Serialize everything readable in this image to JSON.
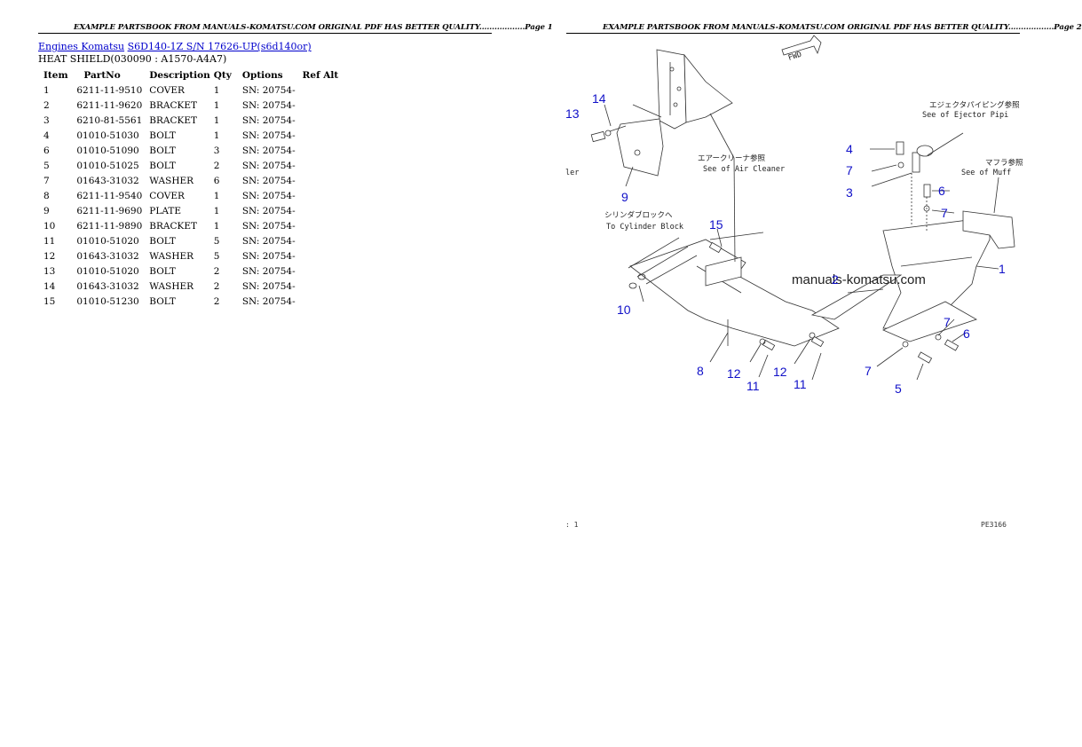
{
  "page1": {
    "header": "EXAMPLE PARTSBOOK FROM MANUALS-KOMATSU.COM ORIGINAL PDF HAS BETTER QUALITY..................Page 1",
    "breadcrumb": {
      "link1": "Engines Komatsu",
      "link2": "S6D140-1Z S/N 17626-UP(s6d140or)"
    },
    "section_title": "HEAT SHIELD(030090 : A1570-A4A7)",
    "table": {
      "headers": [
        "Item",
        "PartNo",
        "Description",
        "Qty",
        "Options",
        "Ref Alt"
      ],
      "rows": [
        [
          "1",
          "6211-11-9510",
          "COVER",
          "1",
          "SN: 20754-",
          ""
        ],
        [
          "2",
          "6211-11-9620",
          "BRACKET",
          "1",
          "SN: 20754-",
          ""
        ],
        [
          "3",
          "6210-81-5561",
          "BRACKET",
          "1",
          "SN: 20754-",
          ""
        ],
        [
          "4",
          "01010-51030",
          "BOLT",
          "1",
          "SN: 20754-",
          ""
        ],
        [
          "6",
          "01010-51090",
          "BOLT",
          "3",
          "SN: 20754-",
          ""
        ],
        [
          "5",
          "01010-51025",
          "BOLT",
          "2",
          "SN: 20754-",
          ""
        ],
        [
          "7",
          "01643-31032",
          "WASHER",
          "6",
          "SN: 20754-",
          ""
        ],
        [
          "8",
          "6211-11-9540",
          "COVER",
          "1",
          "SN: 20754-",
          ""
        ],
        [
          "9",
          "6211-11-9690",
          "PLATE",
          "1",
          "SN: 20754-",
          ""
        ],
        [
          "10",
          "6211-11-9890",
          "BRACKET",
          "1",
          "SN: 20754-",
          ""
        ],
        [
          "11",
          "01010-51020",
          "BOLT",
          "5",
          "SN: 20754-",
          ""
        ],
        [
          "12",
          "01643-31032",
          "WASHER",
          "5",
          "SN: 20754-",
          ""
        ],
        [
          "13",
          "01010-51020",
          "BOLT",
          "2",
          "SN: 20754-",
          ""
        ],
        [
          "14",
          "01643-31032",
          "WASHER",
          "2",
          "SN: 20754-",
          ""
        ],
        [
          "15",
          "01010-51230",
          "BOLT",
          "2",
          "SN: 20754-",
          ""
        ]
      ]
    }
  },
  "page2": {
    "header": "EXAMPLE PARTSBOOK FROM MANUALS-KOMATSU.COM ORIGINAL PDF HAS BETTER QUALITY..................Page 2",
    "diagram": {
      "watermark": "manuals-komatsu.com",
      "fwd_label": "FWD",
      "notes": {
        "air_cleaner_jp": "エアークリーナ参照",
        "air_cleaner_en": "See of Air Cleaner",
        "ejector_jp": "エジェクタパイピング参照",
        "ejector_en": "See of Ejector Pipi",
        "muffler_jp": "マフラ参照",
        "muffler_en": "See of Muff",
        "cylinder_jp": "シリンダブロックへ",
        "cylinder_en": "To Cylinder Block",
        "left_cut": "ler"
      },
      "callouts": {
        "c1": "1",
        "c2": "2",
        "c3": "3",
        "c4": "4",
        "c5": "5",
        "c6a": "6",
        "c6b": "6",
        "c7a": "7",
        "c7b": "7",
        "c7c": "7",
        "c7d": "7",
        "c8": "8",
        "c9": "9",
        "c10": "10",
        "c11a": "11",
        "c11b": "11",
        "c12a": "12",
        "c12b": "12",
        "c13": "13",
        "c14": "14",
        "c15": "15"
      },
      "footer_left": ": 1",
      "footer_right": "PE3166"
    }
  }
}
